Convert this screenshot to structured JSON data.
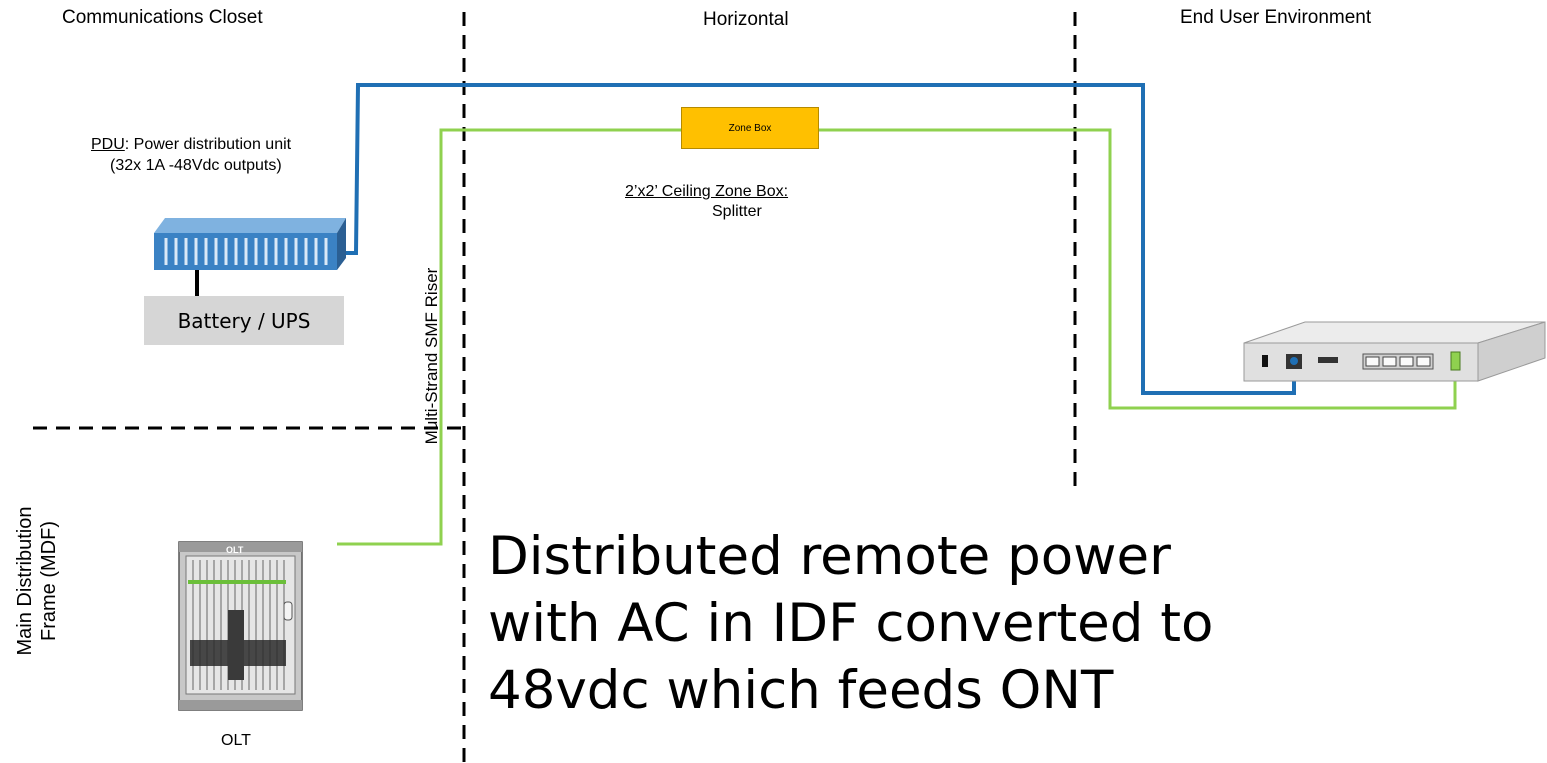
{
  "zones": {
    "closet": "Communications Closet",
    "horizontal": "Horizontal",
    "end_user": "End User Environment",
    "mdf_line1": "Main Distribution",
    "mdf_line2": "Frame (MDF)"
  },
  "pdu": {
    "abbr": "PDU",
    "desc": ": Power distribution unit",
    "spec": "(32x 1A -48Vdc outputs)"
  },
  "ups": {
    "label": "Battery / UPS"
  },
  "riser": {
    "label": "Multi-Strand SMF Riser"
  },
  "zone_box": {
    "label": "Zone Box",
    "caption_title": "2’x2’ Ceiling Zone Box:",
    "caption_sub": "Splitter"
  },
  "olt": {
    "label": "OLT",
    "chassis_label": "OLT"
  },
  "headline": {
    "line1": "Distributed remote power",
    "line2": "with AC in IDF converted to",
    "line3": "48vdc which feeds ONT"
  },
  "colors": {
    "power_cable": "#1f6fb4",
    "fiber_cable": "#8fd14f",
    "zone_box": "#ffc000",
    "pdu": "#3b82c4",
    "ups": "#d6d6d6"
  }
}
